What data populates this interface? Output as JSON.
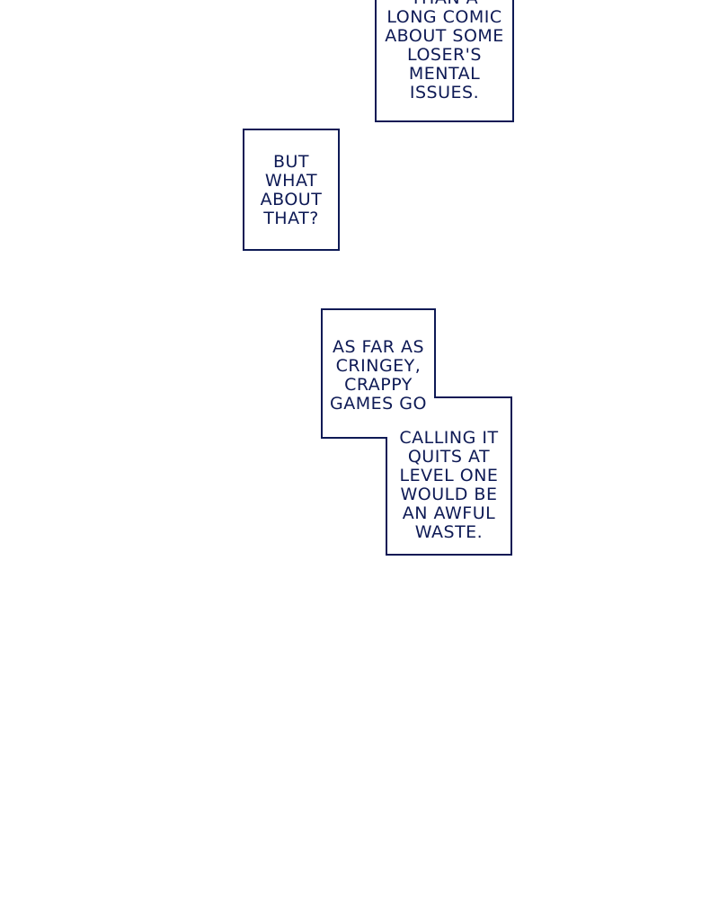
{
  "bubbles": [
    {
      "lines": [
        "THAN A",
        "LONG COMIC",
        "ABOUT SOME",
        "LOSER'S",
        "MENTAL",
        "ISSUES."
      ]
    },
    {
      "lines": [
        "BUT",
        "WHAT",
        "ABOUT",
        "THAT?"
      ]
    },
    {
      "lines": [
        "AS FAR AS",
        "CRINGEY,",
        "CRAPPY",
        "GAMES GO"
      ]
    },
    {
      "lines": [
        "CALLING IT",
        "QUITS AT",
        "LEVEL ONE",
        "WOULD BE",
        "AN AWFUL",
        "WASTE."
      ]
    }
  ],
  "colors": {
    "ink": "#0e1a55",
    "background": "#ffffff"
  }
}
